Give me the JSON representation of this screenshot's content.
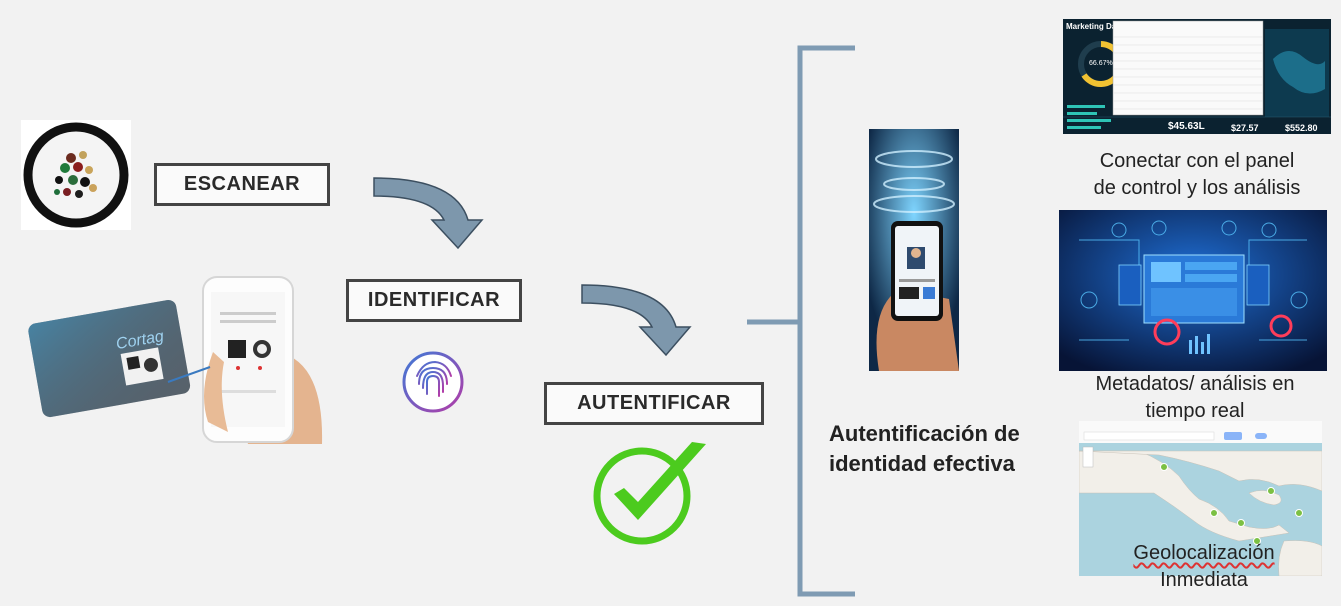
{
  "steps": {
    "scan": "ESCANEAR",
    "identify": "IDENTIFICAR",
    "authenticate": "AUTENTIFICAR"
  },
  "center_label": {
    "line1": "Autentificación de",
    "line2": "identidad efectiva"
  },
  "outcomes": {
    "dashboard": {
      "line1": "Conectar con el panel",
      "line2": "de control y los análisis"
    },
    "metadata": {
      "line1": "Metadatos/ análisis en",
      "line2": "tiempo real"
    },
    "geo": {
      "line1": "Geolocalización",
      "line2": "Inmediata"
    }
  },
  "dashboard_screenshot": {
    "title": "Marketing Dashb",
    "gauge_value": "66.67%",
    "stat1": "$45.63L",
    "stat2": "$27.57",
    "stat3": "$552.80"
  },
  "card_brand": "Cortag",
  "colors": {
    "arrow_fill": "#7d97ac",
    "arrow_stroke": "#3c4f60",
    "bracket": "#7f9bb3",
    "check": "#4ccb1e",
    "fingerprint": "#8a4fc8"
  }
}
